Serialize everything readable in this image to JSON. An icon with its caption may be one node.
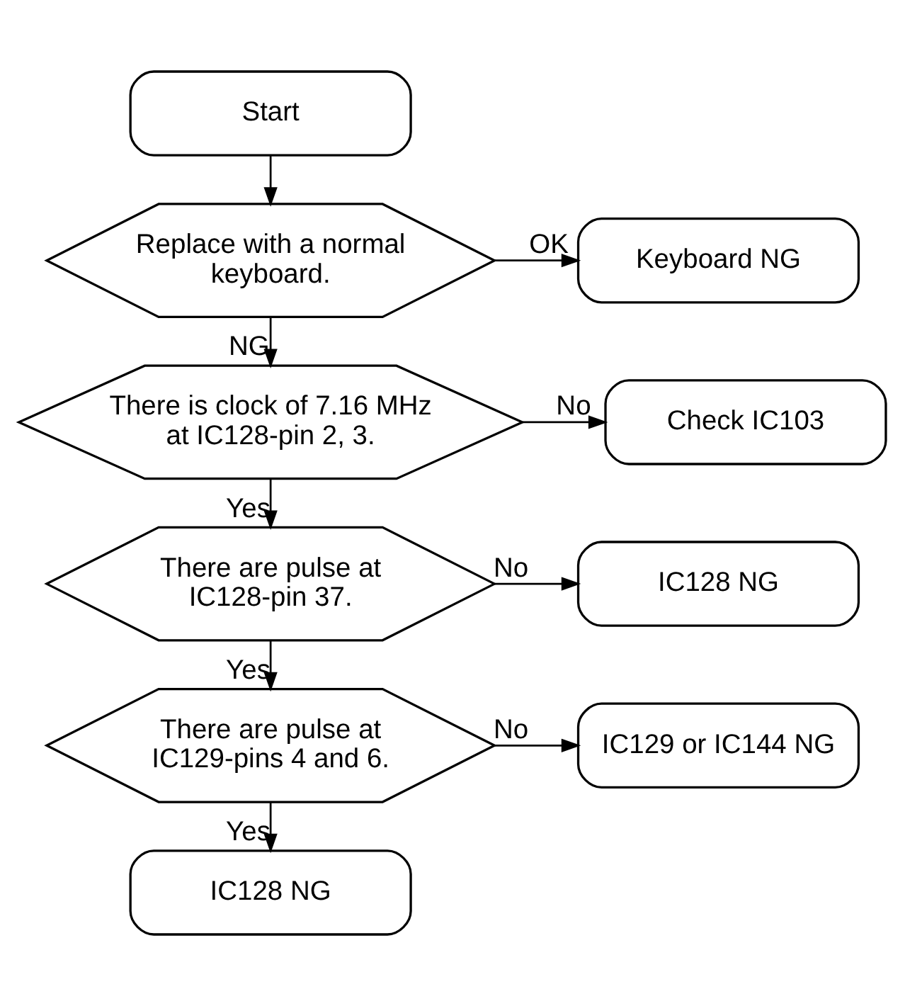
{
  "diagram": {
    "nodes": [
      {
        "text": [
          "Start"
        ]
      },
      {
        "text": [
          "Replace with a normal keyboard."
        ]
      },
      {
        "text": [
          "Keyboard NG"
        ]
      },
      {
        "text": [
          "There is clock of 7.16 MHz at IC128-pin 2, 3."
        ]
      },
      {
        "text": [
          "Check IC103"
        ]
      },
      {
        "text": [
          "There are pulse at IC128-pin 37."
        ]
      },
      {
        "text": [
          "IC128 NG"
        ]
      },
      {
        "text": [
          "There are pulse at IC129-pins 4 and 6."
        ]
      },
      {
        "text": [
          "IC129 or IC144 NG"
        ]
      },
      {
        "text": [
          "IC128 NG"
        ]
      }
    ],
    "edges": [
      {
        "from": 0,
        "to": 1,
        "arrow": "to"
      },
      {
        "from": 1,
        "to": 2,
        "arrow": "to",
        "label": "OK"
      },
      {
        "from": 1,
        "to": 3,
        "arrow": "to",
        "label": "NG"
      },
      {
        "from": 3,
        "to": 4,
        "arrow": "to",
        "label": "No"
      },
      {
        "from": 3,
        "to": 5,
        "arrow": "to",
        "label": "Yes"
      },
      {
        "from": 5,
        "to": 6,
        "arrow": "to",
        "label": "No"
      },
      {
        "from": 5,
        "to": 7,
        "arrow": "to",
        "label": "Yes"
      },
      {
        "from": 7,
        "to": 8,
        "arrow": "to",
        "label": "No"
      },
      {
        "from": 7,
        "to": 9,
        "arrow": "to",
        "label": "Yes"
      }
    ]
  }
}
